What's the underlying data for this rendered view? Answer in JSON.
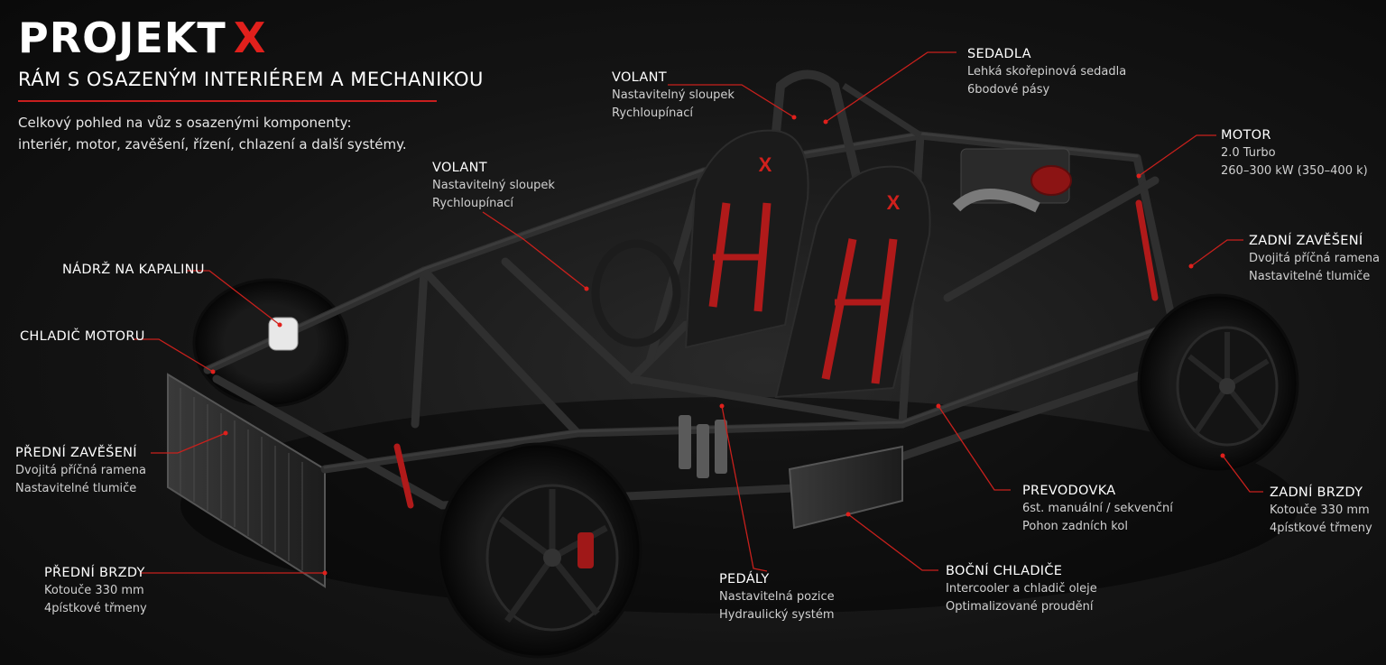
{
  "header": {
    "title_main": "PROJEKT",
    "title_accent": "X",
    "subtitle": "RÁM S OSAZENÝM INTERIÉREM A MECHANIKOU",
    "description_line1": "Celkový pohled na vůz s osazenými komponenty:",
    "description_line2": "interiér, motor, zavěšení, řízení, chlazení a další systémy."
  },
  "seat_logo": "X",
  "colors": {
    "accent": "#e0201c",
    "background": "#111111",
    "frame": "#2b2b2b"
  },
  "callouts": {
    "volant_top": {
      "head": "VOLANT",
      "line1": "Nastavitelný sloupek",
      "line2": "Rychloupínací"
    },
    "sedadla": {
      "head": "SEDADLA",
      "line1": "Lehká skořepinová sedadla",
      "line2": "6bodové pásy"
    },
    "motor": {
      "head": "MOTOR",
      "line1": "2.0 Turbo",
      "line2": "260–300 kW (350–400 k)"
    },
    "volant_mid": {
      "head": "VOLANT",
      "line1": "Nastavitelný sloupek",
      "line2": "Rychloupínací"
    },
    "zadni_zaveseni": {
      "head": "ZADNÍ ZAVĚŠENÍ",
      "line1": "Dvojitá příčná ramena",
      "line2": "Nastavitelné tlumiče"
    },
    "nadrz": {
      "head": "NÁDRŽ NA KAPALINU"
    },
    "chladic": {
      "head": "CHLADIČ MOTORU"
    },
    "predni_zaveseni": {
      "head": "PŘEDNÍ ZAVĚŠENÍ",
      "line1": "Dvojitá příčná ramena",
      "line2": "Nastavitelné tlumiče"
    },
    "prevodovka": {
      "head": "PREVODOVKA",
      "line1": "6st. manuální / sekvenční",
      "line2": "Pohon zadních kol"
    },
    "zadni_brzdy": {
      "head": "ZADNÍ BRZDY",
      "line1": "Kotouče 330 mm",
      "line2": "4pístkové třmeny"
    },
    "predni_brzdy": {
      "head": "PŘEDNÍ BRZDY",
      "line1": "Kotouče 330 mm",
      "line2": "4pístkové třmeny"
    },
    "pedaly": {
      "head": "PEDÁLY",
      "line1": "Nastavitelná pozice",
      "line2": "Hydraulický systém"
    },
    "bocni_chladice": {
      "head": "BOČNÍ CHLADIČE",
      "line1": "Intercooler a chladič oleje",
      "line2": "Optimalizované proudění"
    }
  }
}
